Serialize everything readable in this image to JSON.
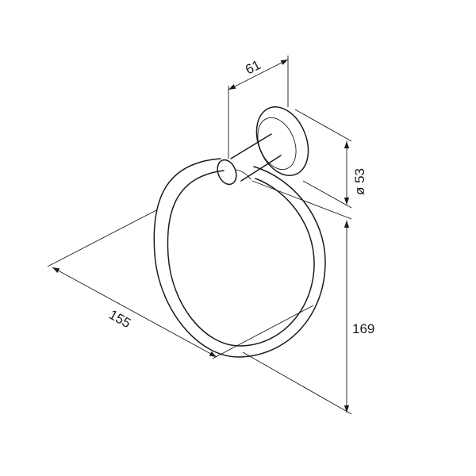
{
  "dimensions": {
    "depth": "61",
    "diameter": "ø 53",
    "width": "155",
    "height": "169"
  },
  "colors": {
    "line": "#1a1a1a",
    "background": "#ffffff"
  }
}
